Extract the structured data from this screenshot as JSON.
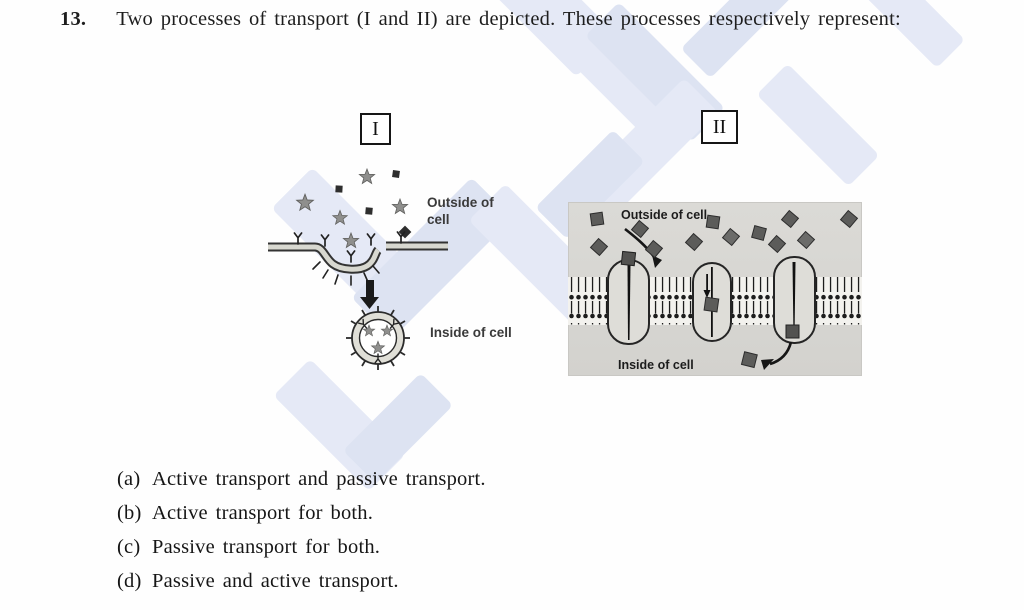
{
  "question": {
    "number": "13.",
    "text": "Two processes of transport (I and II) are depicted. These processes respectively represent:"
  },
  "figure": {
    "diagram1": {
      "label": "I",
      "outside_line1": "Outside of",
      "outside_line2": "cell",
      "inside_label": "Inside of cell"
    },
    "diagram2": {
      "label": "II",
      "outside_label": "Outside of cell",
      "inside_label": "Inside of cell"
    }
  },
  "options": [
    {
      "label": "(a)",
      "text": "Active transport and passive transport."
    },
    {
      "label": "(b)",
      "text": "Active transport for both."
    },
    {
      "label": "(c)",
      "text": "Passive transport for both."
    },
    {
      "label": "(d)",
      "text": "Passive and active transport."
    }
  ],
  "icons": {
    "star_molecule": "five-pointed gray star particle",
    "square_molecule": "dark square particle",
    "receptor": "Y-shaped membrane receptor",
    "vesicle": "coated endocytic vesicle",
    "channel_protein": "transport channel protein",
    "arrow_down": "downward transport arrow"
  },
  "colors": {
    "watermark": "#e5e9f6",
    "panel_gray": "#d8d7d3",
    "ink": "#1d1d1d",
    "molecule_gray": "#8f8f8d",
    "square_gray": "#5c5c5a"
  }
}
